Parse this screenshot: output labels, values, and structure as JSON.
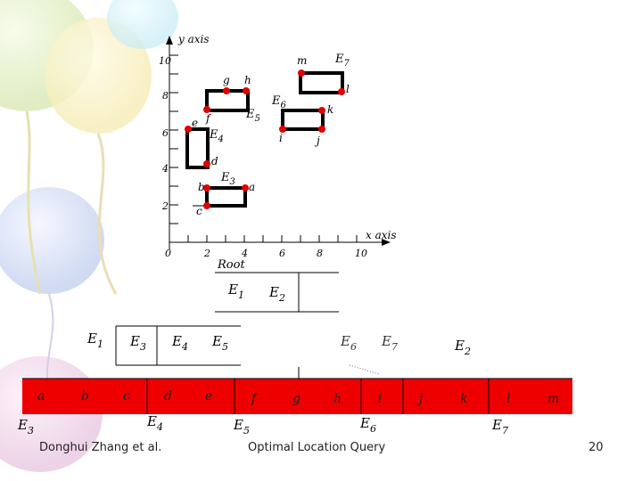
{
  "axes": {
    "y_label": "y axis",
    "x_label": "x axis",
    "y_ticks": [
      "10",
      "8",
      "6",
      "4",
      "2"
    ],
    "x_ticks": [
      "0",
      "2",
      "4",
      "6",
      "8",
      "10"
    ]
  },
  "points": {
    "a": "a",
    "b": "b",
    "c": "c",
    "d": "d",
    "e": "e",
    "f": "f",
    "g": "g",
    "h": "h",
    "i": "i",
    "j": "j",
    "k": "k",
    "l": "l",
    "m": "m"
  },
  "mbr_labels": {
    "E3": "E",
    "E3_sub": "3",
    "E4": "E",
    "E4_sub": "4",
    "E5": "E",
    "E5_sub": "5",
    "E6": "E",
    "E6_sub": "6",
    "E7": "E",
    "E7_sub": "7"
  },
  "tree": {
    "root_label": "Root",
    "root_node": {
      "e1": "E",
      "e1_sub": "1",
      "e2": "E",
      "e2_sub": "2"
    },
    "node_e1": {
      "label": "E",
      "label_sub": "1",
      "e3": "E",
      "e3_sub": "3",
      "e4": "E",
      "e4_sub": "4",
      "e5": "E",
      "e5_sub": "5"
    },
    "node_e2": {
      "label": "E",
      "label_sub": "2",
      "e6": "E",
      "e6_sub": "6",
      "e7": "E",
      "e7_sub": "7"
    },
    "leaves": [
      {
        "entries": [
          "a",
          "b",
          "c"
        ],
        "label": "E",
        "label_sub": "3"
      },
      {
        "entries": [
          "d",
          "e"
        ],
        "label": "E",
        "label_sub": "4"
      },
      {
        "entries": [
          "f",
          "g",
          "h"
        ],
        "label": "E",
        "label_sub": "5"
      },
      {
        "entries": [
          "i",
          "j",
          "k"
        ],
        "label": "E",
        "label_sub": "6"
      },
      {
        "entries": [
          "l",
          "m"
        ],
        "label": "E",
        "label_sub": "7"
      }
    ]
  },
  "footer": {
    "author": "Donghui Zhang et al.",
    "title": "Optimal Location Query",
    "page": "20"
  },
  "colors": {
    "leaf_fill": "#ee0000",
    "point": "#e00000",
    "mbr_stroke": "#000000"
  }
}
